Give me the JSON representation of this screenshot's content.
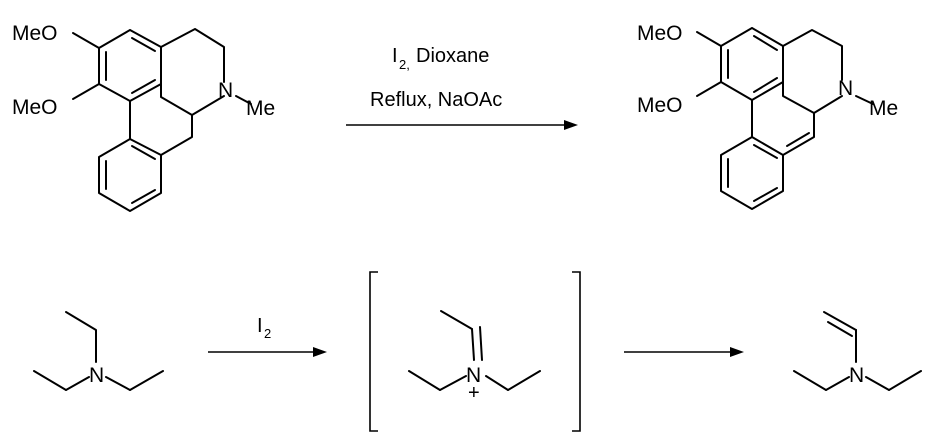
{
  "reaction1": {
    "reactant": {
      "ome_top": "MeO",
      "ome_bottom": "MeO",
      "nitrogen": "N",
      "methyl": "Me"
    },
    "conditions": {
      "reagent_symbol": "I",
      "reagent_subscript": "2,",
      "solvent": "Dioxane",
      "line2": "Reflux, NaOAc"
    },
    "product": {
      "ome_top": "MeO",
      "ome_bottom": "MeO",
      "nitrogen": "N",
      "methyl": "Me"
    }
  },
  "reaction2": {
    "reagent_symbol": "I",
    "reagent_subscript": "2",
    "reactant_nitrogen": "N",
    "intermediate_nitrogen": "N",
    "intermediate_charge": "+",
    "product_nitrogen": "N"
  }
}
